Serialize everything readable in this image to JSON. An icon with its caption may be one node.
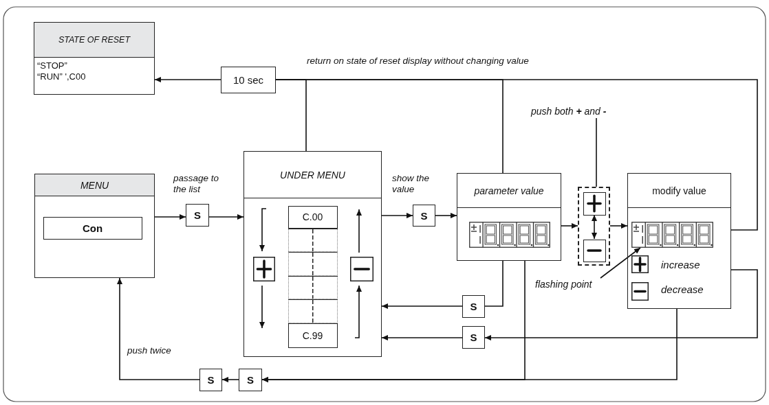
{
  "diagram": {
    "nodes": [
      {
        "text": [
          "STATE OF RESET",
          "“STOP”",
          "“RUN” ',C00"
        ]
      },
      {
        "text": [
          "10 sec"
        ]
      },
      {
        "text": [
          "MENU"
        ]
      },
      {
        "text": [
          "Con"
        ],
        "in": 2
      },
      {
        "text": [
          "S"
        ]
      },
      {
        "text": [
          "UNDER MENU"
        ]
      },
      {
        "text": [
          "C.00"
        ],
        "in": 5
      },
      {
        "text": [],
        "shape": "box",
        "in": 5
      },
      {
        "text": [],
        "shape": "box",
        "in": 5
      },
      {
        "text": [],
        "shape": "box",
        "in": 5
      },
      {
        "text": [],
        "shape": "box",
        "in": 5
      },
      {
        "text": [
          "C.99"
        ],
        "in": 5
      },
      {
        "text": [
          "S"
        ]
      },
      {
        "text": [
          "parameter value"
        ]
      },
      {
        "text": [
          "push both **+** and **-**"
        ]
      },
      {
        "text": [],
        "shape": "box"
      },
      {
        "text": [],
        "shape": "box",
        "in": 15
      },
      {
        "text": [],
        "shape": "box",
        "in": 15
      },
      {
        "text": [
          "modify value",
          "increase",
          "decrease"
        ]
      },
      {
        "text": [],
        "shape": "picture",
        "in": 18
      },
      {
        "text": [
          "flashing point"
        ]
      },
      {
        "text": [
          "S"
        ]
      },
      {
        "text": [
          "S"
        ]
      },
      {
        "text": [
          "S"
        ]
      },
      {
        "text": [
          "S"
        ]
      }
    ],
    "edges": [
      {
        "from": 1,
        "to": 0,
        "arrow": "to"
      },
      {
        "from": 5,
        "to": 1,
        "arrow": "none"
      },
      {
        "from": 13,
        "to": 1,
        "arrow": "none"
      },
      {
        "from": 18,
        "to": 1,
        "arrow": "none"
      },
      {
        "from": 2,
        "to": 4,
        "arrow": "to"
      },
      {
        "from": 4,
        "to": 5,
        "arrow": "to"
      },
      {
        "from": 5,
        "to": 12,
        "arrow": "to"
      },
      {
        "from": 12,
        "to": 13,
        "arrow": "to"
      },
      {
        "from": 13,
        "to": 15,
        "arrow": "to"
      },
      {
        "from": 15,
        "to": 18,
        "arrow": "to"
      },
      {
        "from": 14,
        "to": 15,
        "arrow": "none"
      },
      {
        "from": 16,
        "to": 17,
        "arrow": "both"
      },
      {
        "from": 20,
        "to": 19,
        "arrow": "to"
      },
      {
        "from": 13,
        "to": 21,
        "arrow": "none"
      },
      {
        "from": 21,
        "to": 5,
        "arrow": "to"
      },
      {
        "from": 18,
        "to": 22,
        "arrow": "to"
      },
      {
        "from": 22,
        "to": 5,
        "arrow": "to"
      },
      {
        "from": 13,
        "to": 24,
        "arrow": "to"
      },
      {
        "from": 18,
        "to": 24,
        "arrow": "to"
      },
      {
        "from": 24,
        "to": 23,
        "arrow": "to"
      },
      {
        "from": 23,
        "to": 2,
        "arrow": "to"
      }
    ],
    "labels": [
      "return on state of reset display without changing value",
      "passage to the list",
      "show the value",
      "push twice"
    ]
  }
}
